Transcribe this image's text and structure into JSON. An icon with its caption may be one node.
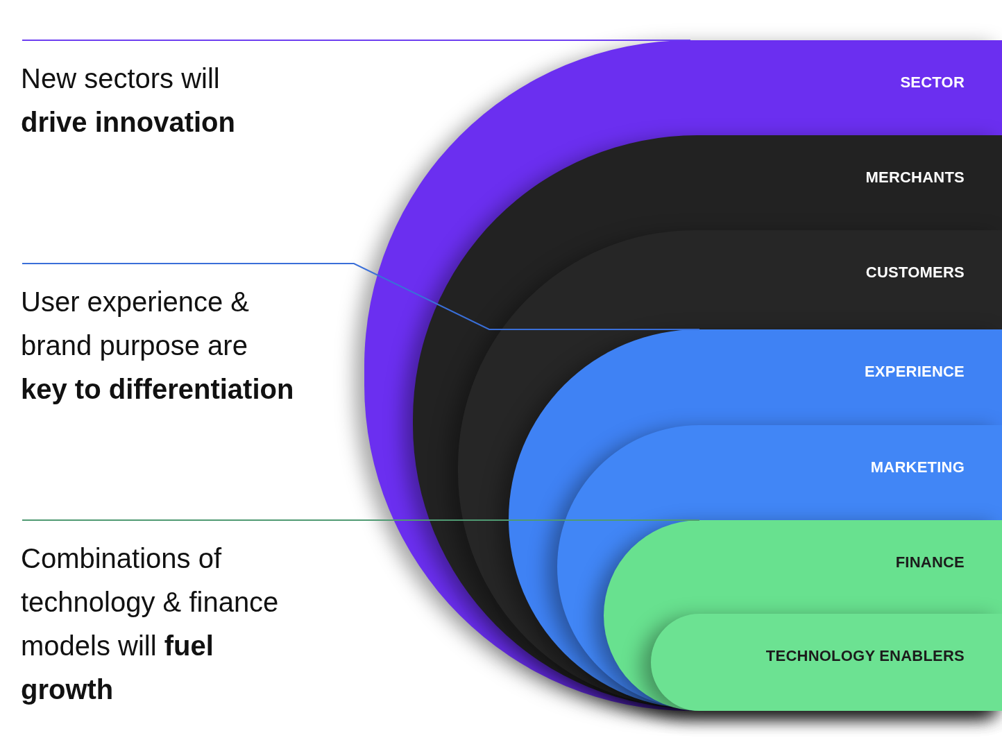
{
  "diagram": {
    "nodes": [
      {
        "text": [
          "New sectors will **drive innovation**"
        ]
      },
      {
        "text": [
          "User experience & brand purpose are **key to differentiation**"
        ]
      },
      {
        "text": [
          "Combinations of technology & finance models will **fuel growth**"
        ]
      },
      {
        "text": [
          "SECTOR"
        ]
      },
      {
        "text": [
          "MERCHANTS"
        ],
        "in": 3
      },
      {
        "text": [
          "CUSTOMERS"
        ],
        "in": 4
      },
      {
        "text": [
          "EXPERIENCE"
        ],
        "in": 5
      },
      {
        "text": [
          "MARKETING"
        ],
        "in": 6
      },
      {
        "text": [
          "FINANCE"
        ],
        "in": 7
      },
      {
        "text": [
          "TECHNOLOGY ENABLERS"
        ],
        "in": 8
      }
    ],
    "edges": [
      {
        "from": 0,
        "to": 3,
        "arrow": "none",
        "color": "#6d3ef0"
      },
      {
        "from": 1,
        "to": 6,
        "arrow": "none",
        "color": "#3a6fd8"
      },
      {
        "from": 2,
        "to": 8,
        "arrow": "none",
        "color": "#4f9a72"
      }
    ]
  }
}
